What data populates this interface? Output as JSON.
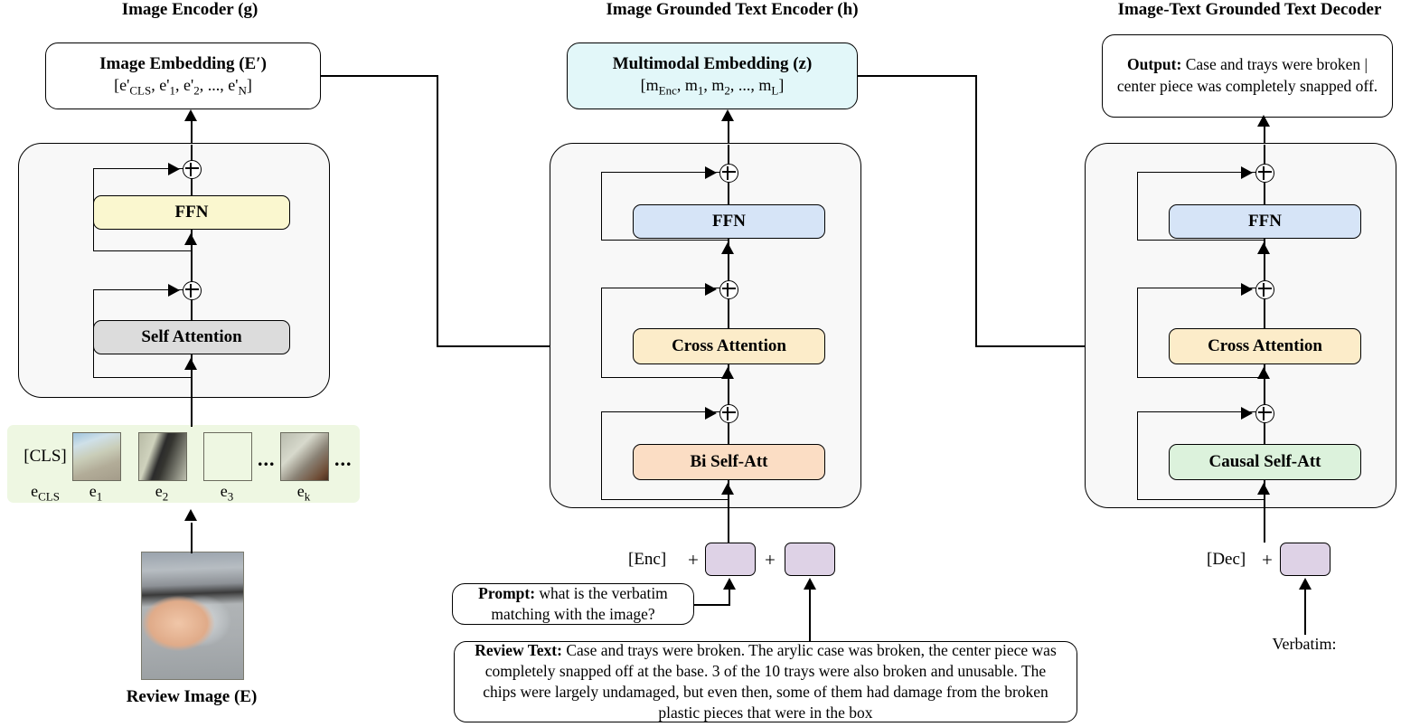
{
  "columns": [
    {
      "id": "image-encoder",
      "title": "Image Encoder (g)"
    },
    {
      "id": "image-grounded-text-encoder",
      "title": "Image Grounded Text Encoder (h)"
    },
    {
      "id": "image-text-grounded-text-decoder",
      "title": "Image-Text Grounded Text Decoder"
    }
  ],
  "image_embedding": {
    "title": "Image Embedding (E′)",
    "tokens": "[e'CLS, e'1, e'2, ..., e'N]",
    "tokens_parts": {
      "open": "[e'",
      "cls": "CLS",
      "sep1": ", e'",
      "i1": "1",
      "sep2": ", e'",
      "i2": "2",
      "sep3": ", ..., e'",
      "iN": "N",
      "close": "]"
    },
    "fill": "#ffffff"
  },
  "multimodal_embedding": {
    "title": "Multimodal Embedding (z)",
    "tokens": "[mEnc, m1, m2, ..., mL]",
    "tokens_parts": {
      "open": "[m",
      "enc": "Enc",
      "sep1": ", m",
      "i1": "1",
      "sep2": ", m",
      "i2": "2",
      "sep3": ", ..., m",
      "iL": "L",
      "close": "]"
    },
    "fill": "#e2f7f9"
  },
  "output_box": {
    "label": "Output:",
    "text": "Case and trays were broken | center piece was completely snapped off.",
    "fill": "#ffffff"
  },
  "encoder_block": {
    "sublayers": [
      {
        "name": "ffn",
        "label": "FFN",
        "fill": "#faf7cf"
      },
      {
        "name": "self-attention",
        "label": "Self Attention",
        "fill": "#dcdcdc"
      }
    ],
    "container_fill": "#f8f8f8"
  },
  "text_encoder_block": {
    "sublayers": [
      {
        "name": "ffn",
        "label": "FFN",
        "fill": "#d6e4f7"
      },
      {
        "name": "cross-attention",
        "label": "Cross Attention",
        "fill": "#fcecc9"
      },
      {
        "name": "bi-self-att",
        "label": "Bi Self-Att",
        "fill": "#fbddc4"
      }
    ],
    "container_fill": "#f8f8f8"
  },
  "decoder_block": {
    "sublayers": [
      {
        "name": "ffn",
        "label": "FFN",
        "fill": "#d6e4f7"
      },
      {
        "name": "cross-attention",
        "label": "Cross Attention",
        "fill": "#fcecc9"
      },
      {
        "name": "causal-self-att",
        "label": "Causal Self-Att",
        "fill": "#dcf2dc"
      }
    ],
    "container_fill": "#f8f8f8"
  },
  "token_strip": {
    "cls_bracket": "[CLS]",
    "strip_fill": "#eef7e2",
    "labels": [
      {
        "base": "e",
        "sub": "CLS"
      },
      {
        "base": "e",
        "sub": "1"
      },
      {
        "base": "e",
        "sub": "2"
      },
      {
        "base": "e",
        "sub": "3"
      },
      {
        "base": "e",
        "sub": "k"
      }
    ],
    "ellipsis": "...",
    "ellipsis2": "..."
  },
  "review_image_caption": "Review Image (E)",
  "prompt_box": {
    "label": "Prompt:",
    "text": "what is the verbatim matching with the image?"
  },
  "review_text_box": {
    "label": "Review Text:",
    "text": "Case and trays were broken. The arylic case was broken, the center piece was completely snapped off at the base. 3 of the 10 trays were also broken and unusable. The chips were largely undamaged, but even then, some of them had damage from the broken plastic pieces that were in the box"
  },
  "enc_tag": "[Enc]",
  "dec_tag": "[Dec]",
  "plus_symbol": "+",
  "verbatim_label": "Verbatim:",
  "token_square_fill": "#ded2e6"
}
